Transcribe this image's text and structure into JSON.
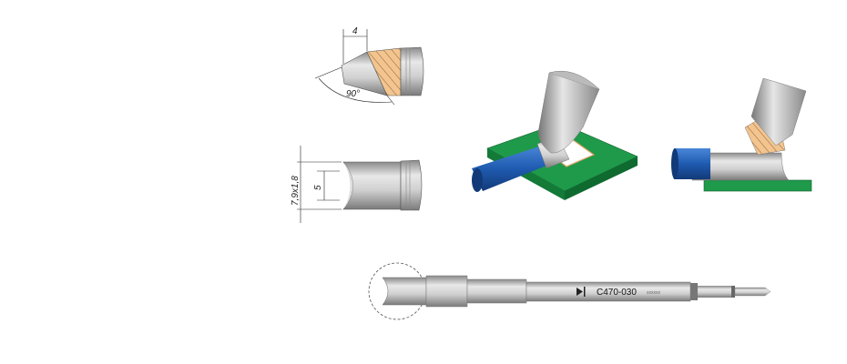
{
  "top_view": {
    "width_dim": "4",
    "angle_dim": "90°"
  },
  "front_view": {
    "outer_dim": "7,9x1,8",
    "inner_dim": "5"
  },
  "cartridge": {
    "part_number": "C470-030",
    "serial_placeholder": "xxxxxx"
  },
  "colors": {
    "pcb": "#1e9a4a",
    "wire": "#1f5bb0",
    "solder_hatch": "#f3c48e",
    "metal": "#c9c9c9"
  }
}
